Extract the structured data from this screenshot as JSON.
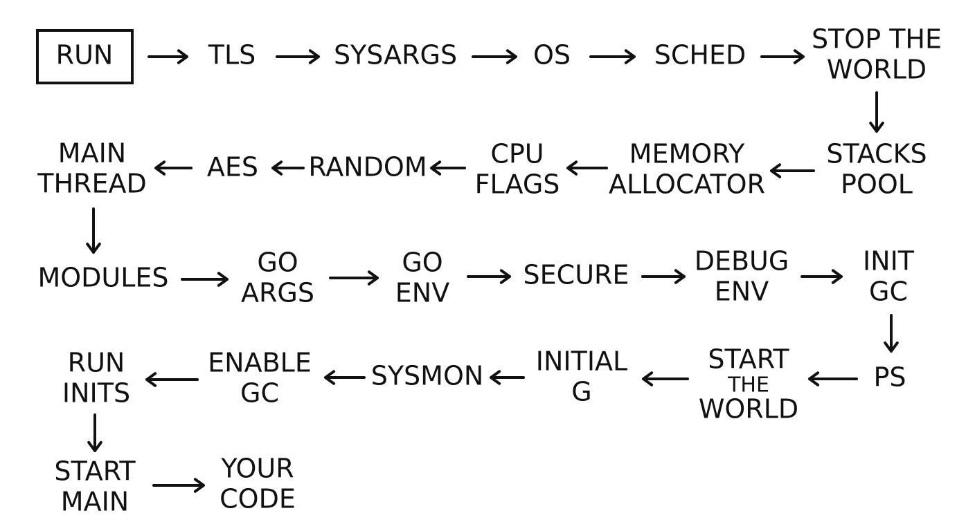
{
  "diagram": {
    "nodes": [
      {
        "id": "run",
        "lines": [
          "RUN"
        ]
      },
      {
        "id": "tls",
        "lines": [
          "TLS"
        ]
      },
      {
        "id": "sysargs",
        "lines": [
          "SYSARGS"
        ]
      },
      {
        "id": "os",
        "lines": [
          "OS"
        ]
      },
      {
        "id": "sched",
        "lines": [
          "SCHED"
        ]
      },
      {
        "id": "stop-the-world",
        "lines": [
          "STOP THE",
          "WORLD"
        ]
      },
      {
        "id": "stacks-pool",
        "lines": [
          "STACKS",
          "POOL"
        ]
      },
      {
        "id": "memory-allocator",
        "lines": [
          "MEMORY",
          "ALLOCATOR"
        ]
      },
      {
        "id": "cpu-flags",
        "lines": [
          "CPU",
          "FLAGS"
        ]
      },
      {
        "id": "random",
        "lines": [
          "RANDOM"
        ]
      },
      {
        "id": "aes",
        "lines": [
          "AES"
        ]
      },
      {
        "id": "main-thread",
        "lines": [
          "MAIN",
          "THREAD"
        ]
      },
      {
        "id": "modules",
        "lines": [
          "MODULES"
        ]
      },
      {
        "id": "go-args",
        "lines": [
          "GO",
          "ARGS"
        ]
      },
      {
        "id": "go-env",
        "lines": [
          "GO",
          "ENV"
        ]
      },
      {
        "id": "secure",
        "lines": [
          "SECURE"
        ]
      },
      {
        "id": "debug-env",
        "lines": [
          "DEBUG",
          "ENV"
        ]
      },
      {
        "id": "init-gc",
        "lines": [
          "INIT",
          "GC"
        ]
      },
      {
        "id": "ps",
        "lines": [
          "PS"
        ]
      },
      {
        "id": "start-the-world",
        "lines": [
          "START",
          "THE",
          "WORLD"
        ]
      },
      {
        "id": "initial-g",
        "lines": [
          "INITIAL",
          "G"
        ]
      },
      {
        "id": "sysmon",
        "lines": [
          "SYSMON"
        ]
      },
      {
        "id": "enable-gc",
        "lines": [
          "ENABLE",
          "GC"
        ]
      },
      {
        "id": "run-inits",
        "lines": [
          "RUN",
          "INITS"
        ]
      },
      {
        "id": "start-main",
        "lines": [
          "START",
          "MAIN"
        ]
      },
      {
        "id": "your-code",
        "lines": [
          "YOUR",
          "CODE"
        ]
      }
    ],
    "edges": [
      [
        "run",
        "tls"
      ],
      [
        "tls",
        "sysargs"
      ],
      [
        "sysargs",
        "os"
      ],
      [
        "os",
        "sched"
      ],
      [
        "sched",
        "stop-the-world"
      ],
      [
        "stop-the-world",
        "stacks-pool"
      ],
      [
        "stacks-pool",
        "memory-allocator"
      ],
      [
        "memory-allocator",
        "cpu-flags"
      ],
      [
        "cpu-flags",
        "random"
      ],
      [
        "random",
        "aes"
      ],
      [
        "aes",
        "main-thread"
      ],
      [
        "main-thread",
        "modules"
      ],
      [
        "modules",
        "go-args"
      ],
      [
        "go-args",
        "go-env"
      ],
      [
        "go-env",
        "secure"
      ],
      [
        "secure",
        "debug-env"
      ],
      [
        "debug-env",
        "init-gc"
      ],
      [
        "init-gc",
        "ps"
      ],
      [
        "ps",
        "start-the-world"
      ],
      [
        "start-the-world",
        "initial-g"
      ],
      [
        "initial-g",
        "sysmon"
      ],
      [
        "sysmon",
        "enable-gc"
      ],
      [
        "enable-gc",
        "run-inits"
      ],
      [
        "run-inits",
        "start-main"
      ],
      [
        "start-main",
        "your-code"
      ]
    ]
  }
}
